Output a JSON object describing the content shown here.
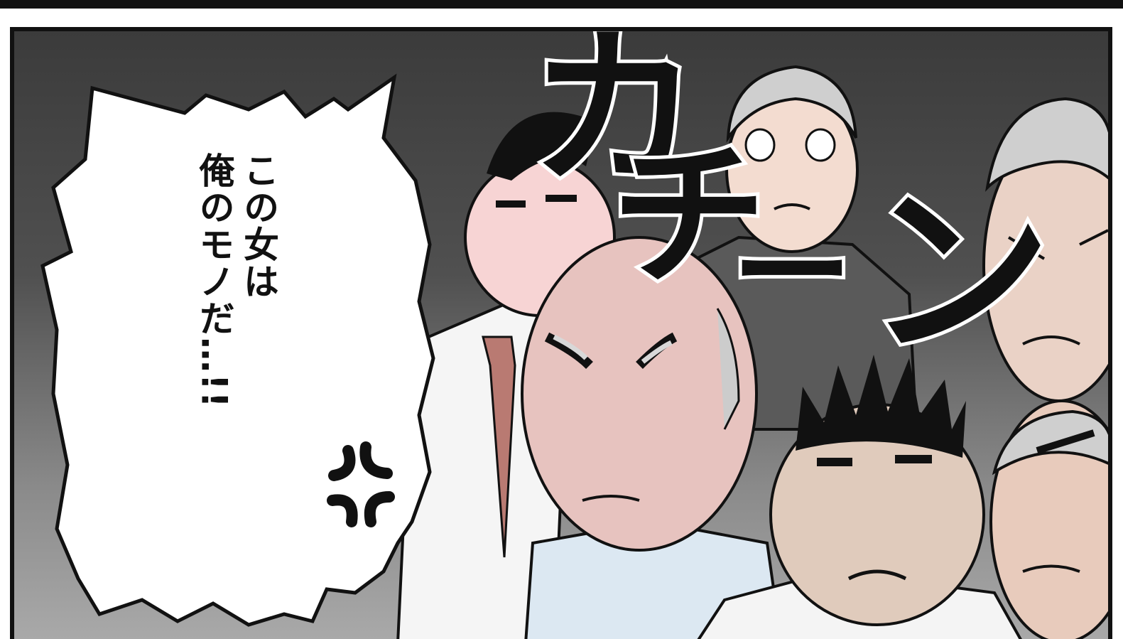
{
  "speech": {
    "line1": "この女は",
    "line2": "俺のモノだ…!!"
  },
  "sound_effect": {
    "ka": "カ",
    "chi": "チ",
    "dash": "ー",
    "n": "ン"
  },
  "colors": {
    "background_dark": "#3b3b3b",
    "skin": "#f2c9c6",
    "tie": "#b97a72",
    "anger_mark": "#111111"
  }
}
